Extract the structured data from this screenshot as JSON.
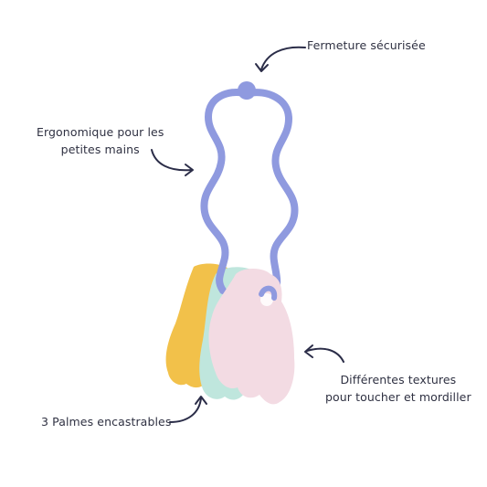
{
  "colors": {
    "background": "#ffffff",
    "text": "#2f3142",
    "arrow": "#2b2d48",
    "ring": "#8f9adf",
    "palm_yellow": "#f2c14a",
    "palm_mint": "#bfe6dd",
    "palm_pink": "#f3dbe3"
  },
  "callouts": {
    "closure": {
      "text": "Fermeture sécurisée",
      "icon": "curved-arrow-icon"
    },
    "ergonomic": {
      "line1": "Ergonomique pour les",
      "line2": "petites mains",
      "icon": "curved-arrow-icon"
    },
    "textures": {
      "line1": "Différentes textures",
      "line2": "pour toucher et mordiller",
      "icon": "curved-arrow-icon"
    },
    "palms": {
      "text": "3 Palmes encastrables",
      "icon": "curved-arrow-icon"
    }
  }
}
